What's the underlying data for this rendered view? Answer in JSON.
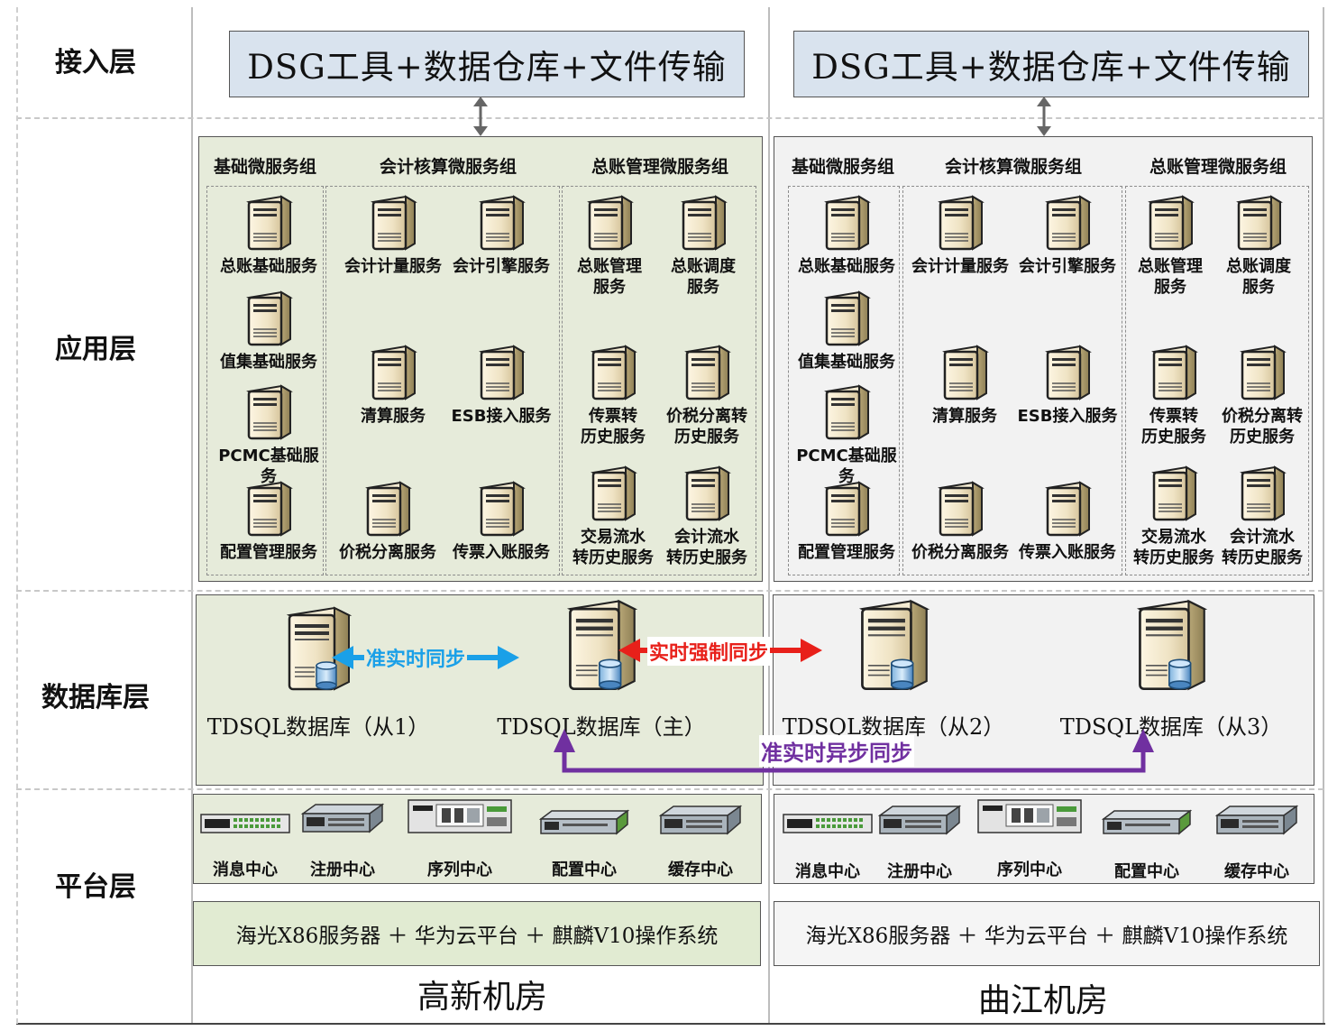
{
  "layers": [
    "接入层",
    "应用层",
    "数据库层",
    "平台层"
  ],
  "access": {
    "box_text": "DSG工具+数据仓库+文件传输"
  },
  "groups": [
    "基础微服务组",
    "会计核算微服务组",
    "总账管理微服务组"
  ],
  "services": {
    "basic": [
      "总账基础服务",
      "值集基础服务",
      "PCMC基础服务",
      "配置管理服务"
    ],
    "accounting": [
      "会计计量服务",
      "会计引擎服务",
      "清算服务",
      "ESB接入服务",
      "价税分离服务",
      "传票入账服务"
    ],
    "ledger": [
      "总账管理\n服务",
      "总账调度\n服务",
      "传票转\n历史服务",
      "价税分离转\n历史服务",
      "交易流水\n转历史服务",
      "会计流水\n转历史服务"
    ]
  },
  "databases": [
    "TDSQL数据库（从1）",
    "TDSQL数据库（主）",
    "TDSQL数据库（从2）",
    "TDSQL数据库（从3）"
  ],
  "sync": {
    "near_realtime": "准实时同步",
    "realtime_forced": "实时强制同步",
    "near_realtime_async": "准实时异步同步",
    "colors": {
      "near_realtime": "#1aa0e8",
      "realtime_forced": "#e8201a",
      "near_realtime_async": "#7030a0"
    }
  },
  "platform_devices": [
    "消息中心",
    "注册中心",
    "序列中心",
    "配置中心",
    "缓存中心"
  ],
  "hardware": "海光X86服务器 ＋ 华为云平台 ＋ 麒麟V10操作系统",
  "rooms": [
    "高新机房",
    "曲江机房"
  ],
  "colors": {
    "green_panel": "#e6ebda",
    "gray_panel": "#f2f2f2",
    "access_box": "#d9e3ee"
  }
}
